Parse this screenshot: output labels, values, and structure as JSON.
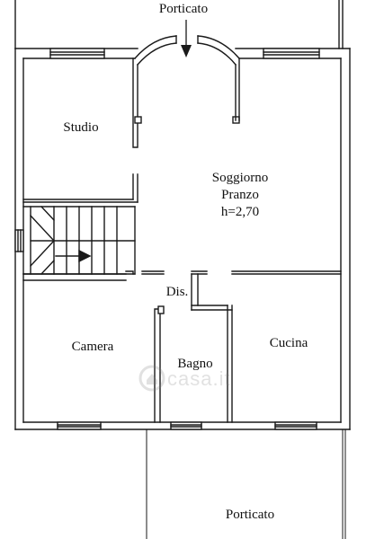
{
  "labels": {
    "porch_top": "Porticato",
    "study": "Studio",
    "living_line1": "Soggiorno",
    "living_line2": "Pranzo",
    "living_height": "h=2,70",
    "hallway": "Dis.",
    "bedroom": "Camera",
    "bathroom": "Bagno",
    "kitchen": "Cucina",
    "porch_bottom": "Porticato"
  },
  "watermark": {
    "text": "casa.it",
    "icon": "casa-it-logo-icon"
  },
  "colors": {
    "wall": "#1a1a1a",
    "background": "#ffffff"
  }
}
